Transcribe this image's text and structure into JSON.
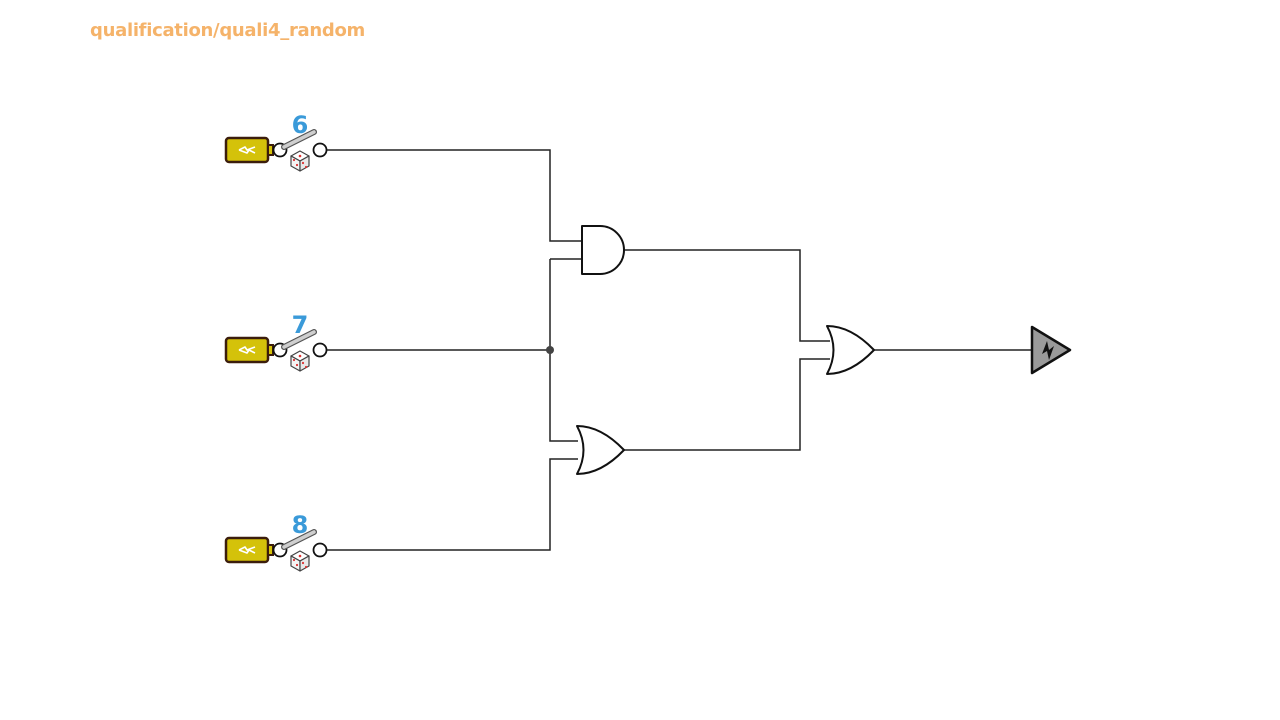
{
  "page": {
    "title": "qualification/quali4_random"
  },
  "colors": {
    "title": "#f5b36a",
    "input_number": "#3a9ad9",
    "battery_body": "#d4c20a",
    "battery_outline": "#3b1d0c",
    "wire": "#222222",
    "output_fill": "#9a9a9a"
  },
  "inputs": [
    {
      "id": "in-6",
      "number": "6",
      "icon": "random-dice-icon"
    },
    {
      "id": "in-7",
      "number": "7",
      "icon": "random-dice-icon"
    },
    {
      "id": "in-8",
      "number": "8",
      "icon": "random-dice-icon"
    }
  ],
  "gates": [
    {
      "id": "and-gate",
      "type": "AND"
    },
    {
      "id": "or-gate-lower",
      "type": "OR"
    },
    {
      "id": "or-gate-output",
      "type": "OR"
    }
  ],
  "output": {
    "id": "output-bulb",
    "icon": "lightning-output-icon"
  }
}
